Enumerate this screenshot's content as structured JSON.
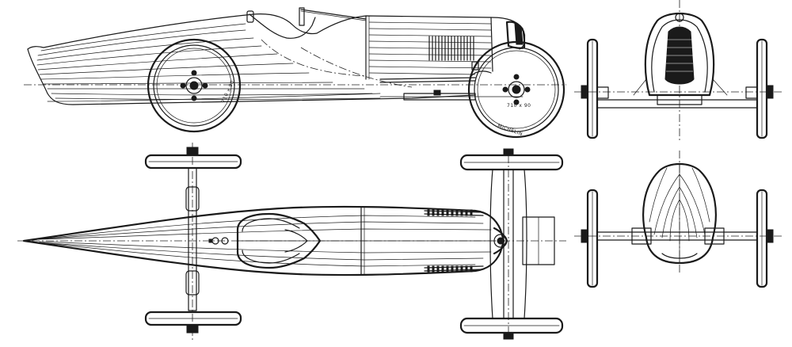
{
  "drawing": {
    "views": [
      "side-view",
      "top-view",
      "front-view",
      "rear-view"
    ],
    "tire_marking": "MICHELIN",
    "tire_size": "710 x 90",
    "ink_color": "#1a1a1a",
    "paper_color": "#ffffff"
  }
}
